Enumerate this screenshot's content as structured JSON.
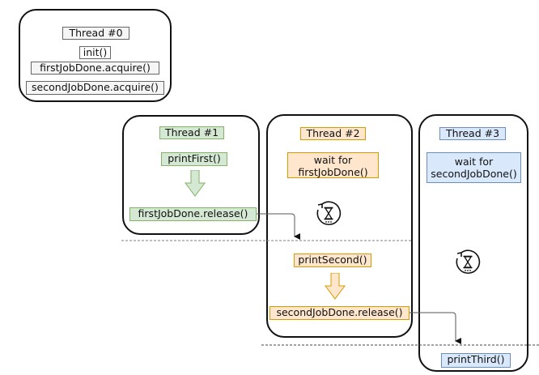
{
  "threads": [
    {
      "id": "thread-0",
      "title": "Thread #0",
      "steps": [
        "init()",
        "firstJobDone.acquire()",
        "secondJobDone.acquire()"
      ]
    },
    {
      "id": "thread-1",
      "title": "Thread #1",
      "steps": [
        "printFirst()",
        "firstJobDone.release()"
      ]
    },
    {
      "id": "thread-2",
      "title": "Thread #2",
      "wait": "wait for firstJobDone()",
      "steps": [
        "printSecond()",
        "secondJobDone.release()"
      ]
    },
    {
      "id": "thread-3",
      "title": "Thread #3",
      "wait": "wait for secondJobDone()",
      "steps": [
        "printThird()"
      ]
    }
  ],
  "icons": {
    "waiting": "hourglass-refresh-icon",
    "flow": "down-arrow-icon"
  },
  "colors": {
    "thread0": "#f5f5f5",
    "thread1": "#d5e8d4",
    "thread2": "#ffe6cc",
    "thread3": "#dae8fc"
  }
}
